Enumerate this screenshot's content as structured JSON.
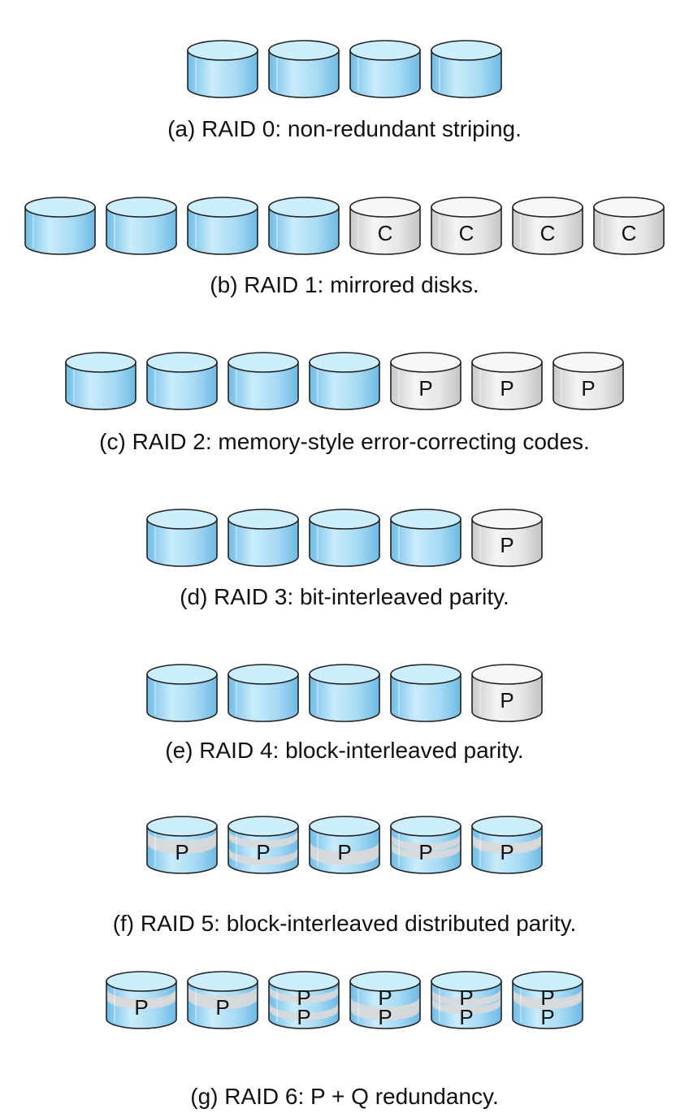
{
  "colors": {
    "data_disk": "#9fd6f2",
    "check_disk": "#e2e2e2",
    "stroke": "#222222",
    "stripe": "#d9d9d9"
  },
  "rows": [
    {
      "caption": "(a) RAID 0: non-redundant striping.",
      "disks": [
        {
          "kind": "data"
        },
        {
          "kind": "data"
        },
        {
          "kind": "data"
        },
        {
          "kind": "data"
        }
      ]
    },
    {
      "caption": "(b) RAID 1: mirrored disks.",
      "disks": [
        {
          "kind": "data"
        },
        {
          "kind": "data"
        },
        {
          "kind": "data"
        },
        {
          "kind": "data"
        },
        {
          "kind": "check",
          "labels": [
            "C"
          ]
        },
        {
          "kind": "check",
          "labels": [
            "C"
          ]
        },
        {
          "kind": "check",
          "labels": [
            "C"
          ]
        },
        {
          "kind": "check",
          "labels": [
            "C"
          ]
        }
      ]
    },
    {
      "caption": "(c) RAID 2: memory-style error-correcting codes.",
      "disks": [
        {
          "kind": "data"
        },
        {
          "kind": "data"
        },
        {
          "kind": "data"
        },
        {
          "kind": "data"
        },
        {
          "kind": "check",
          "labels": [
            "P"
          ]
        },
        {
          "kind": "check",
          "labels": [
            "P"
          ]
        },
        {
          "kind": "check",
          "labels": [
            "P"
          ]
        }
      ]
    },
    {
      "caption": "(d) RAID 3: bit-interleaved parity.",
      "disks": [
        {
          "kind": "data"
        },
        {
          "kind": "data"
        },
        {
          "kind": "data"
        },
        {
          "kind": "data"
        },
        {
          "kind": "check",
          "labels": [
            "P"
          ]
        }
      ]
    },
    {
      "caption": "(e) RAID 4: block-interleaved parity.",
      "disks": [
        {
          "kind": "data"
        },
        {
          "kind": "data"
        },
        {
          "kind": "data"
        },
        {
          "kind": "data"
        },
        {
          "kind": "check",
          "labels": [
            "P"
          ]
        }
      ]
    },
    {
      "caption": "(f) RAID 5: block-interleaved distributed parity.",
      "disks": [
        {
          "kind": "striped",
          "labels": [
            "P"
          ]
        },
        {
          "kind": "striped",
          "labels": [
            "P"
          ]
        },
        {
          "kind": "striped",
          "labels": [
            "P"
          ]
        },
        {
          "kind": "striped",
          "labels": [
            "P"
          ]
        },
        {
          "kind": "striped",
          "labels": [
            "P"
          ]
        }
      ]
    },
    {
      "caption": "(g) RAID 6: P + Q redundancy.",
      "disks": [
        {
          "kind": "striped",
          "labels": [
            "P"
          ]
        },
        {
          "kind": "striped",
          "labels": [
            "P"
          ]
        },
        {
          "kind": "striped",
          "labels": [
            "P",
            "P"
          ]
        },
        {
          "kind": "striped",
          "labels": [
            "P",
            "P"
          ]
        },
        {
          "kind": "striped",
          "labels": [
            "P",
            "P"
          ]
        },
        {
          "kind": "striped",
          "labels": [
            "P",
            "P"
          ]
        }
      ]
    }
  ]
}
